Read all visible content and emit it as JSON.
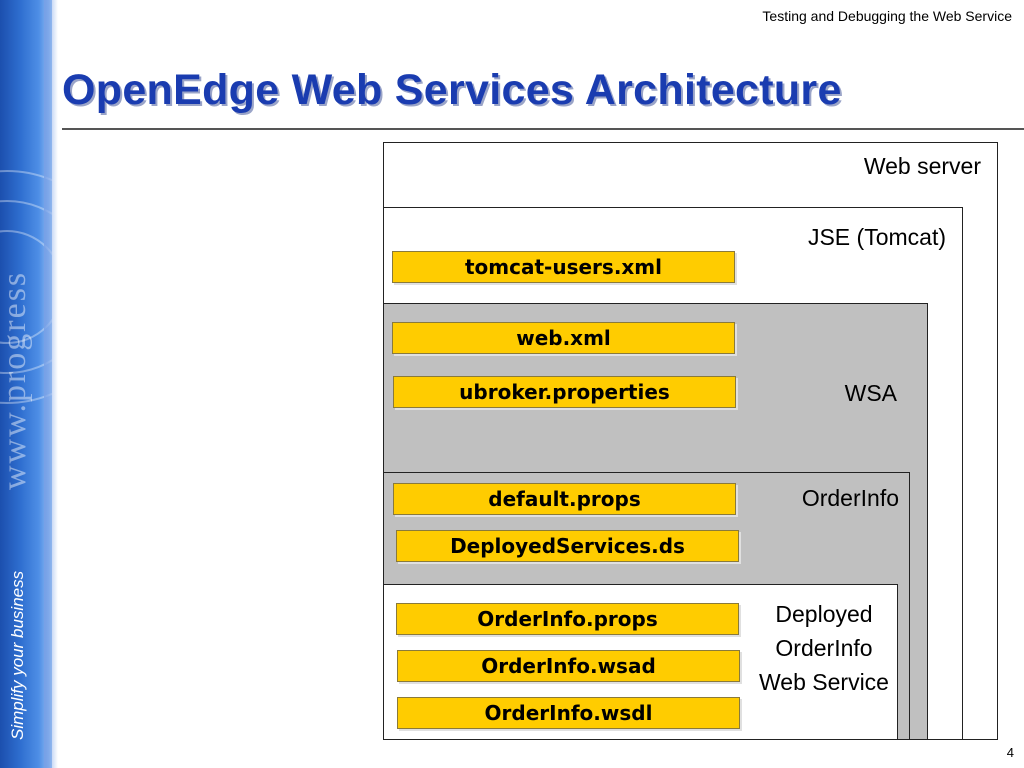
{
  "slide": {
    "header": "Testing and Debugging the Web Service",
    "title": "OpenEdge Web Services Architecture",
    "page_number": "4"
  },
  "sidebar": {
    "watermark": "www.progress",
    "tagline": "Simplify your business"
  },
  "diagram": {
    "web_server_label": "Web server",
    "jse_label": "JSE (Tomcat)",
    "wsa_label": "WSA",
    "orderinfo_label": "OrderInfo",
    "deployed_label": "Deployed OrderInfo Web Service",
    "files": {
      "tomcat_users": "tomcat-users.xml",
      "web_xml": "web.xml",
      "ubroker": "ubroker.properties",
      "default_props": "default.props",
      "deployed_services": "DeployedServices.ds",
      "orderinfo_props": "OrderInfo.props",
      "orderinfo_wsad": "OrderInfo.wsad",
      "orderinfo_wsdl": "OrderInfo.wsdl"
    }
  },
  "colors": {
    "title": "#1a3cb0",
    "file_tag": "#ffcc00",
    "wsa_fill": "#c0c0c0",
    "sidebar": "#2f6fd0"
  }
}
